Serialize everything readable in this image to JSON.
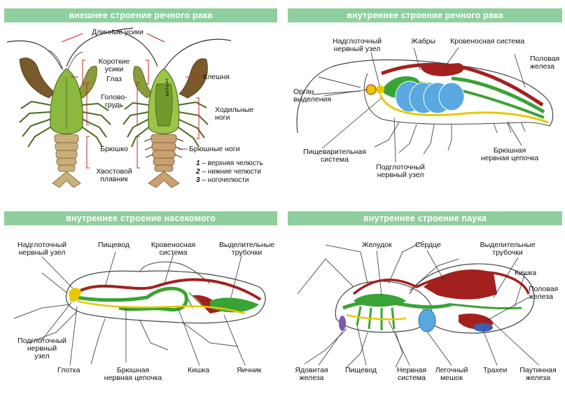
{
  "crayfish_external": {
    "title": "внешнее строение речного рака",
    "labels": {
      "long_antennae": "Длинные усики",
      "short_antennae": "Короткие\nусики",
      "eye": "Глаз",
      "cephalothorax": "Голово-\nгрудь",
      "claw": "Клешня",
      "walking_legs": "Ходильные\nноги",
      "abdomen": "Брюшко",
      "abdominal_legs": "Брюшные ноги",
      "tail_fin": "Хвостовой\nплавник"
    },
    "legend": [
      {
        "num": "1",
        "text": " – верхняя челюсть"
      },
      {
        "num": "2",
        "text": " – нижние челюсти"
      },
      {
        "num": "3",
        "text": " – ногочелюсти"
      }
    ],
    "mouth_numbers": [
      "1",
      "2",
      "3"
    ]
  },
  "crayfish_internal": {
    "title": "внутреннее строение речного рака",
    "labels": {
      "supraesophageal": "Надглоточный\nнервный узел",
      "gills": "Жабры",
      "circulatory": "Кровеносная система",
      "sex_gland": "Половая\nжелеза",
      "excretory_organ": "Орган\nвыделения",
      "digestive": "Пищеварительная\nсистема",
      "subesophageal": "Подглоточный\nнервный узел",
      "ventral_chain": "Брюшная\nнервная цепочка"
    }
  },
  "insect_internal": {
    "title": "внутреннее строение насекомого",
    "labels": {
      "supraesophageal": "Надглоточный\nнервный узел",
      "esophagus": "Пищевод",
      "circulatory": "Кровеносная\nсистема",
      "excretory_tubules": "Выделительные\nтрубочки",
      "subesophageal": "Подглоточный\nнервный\nузел",
      "pharynx": "Глотка",
      "ventral_chain": "Брюшная\nнервная цепочка",
      "intestine": "Кишка",
      "ovary": "Яичник"
    }
  },
  "spider_internal": {
    "title": "внутреннее строение паука",
    "labels": {
      "stomach": "Желудок",
      "heart": "Сердце",
      "excretory_tubules": "Выделительные\nтрубочки",
      "intestine": "Кишка",
      "sex_gland": "Половая\nжелеза",
      "venom_gland": "Ядовитая\nжелеза",
      "esophagus": "Пищевод",
      "nervous_system": "Нервная\nсистема",
      "book_lung": "Легочный\nмешок",
      "tracheae": "Трахеи",
      "silk_gland": "Паутинная\nжелеза"
    }
  },
  "colors": {
    "banner": "#8fcf9e",
    "circulatory": "#a3201e",
    "digestive": "#3aa335",
    "nerve": "#e8c800",
    "gills": "#5aa8e0",
    "carapace": "#8bb83f",
    "abdomen": "#c9b07a"
  }
}
